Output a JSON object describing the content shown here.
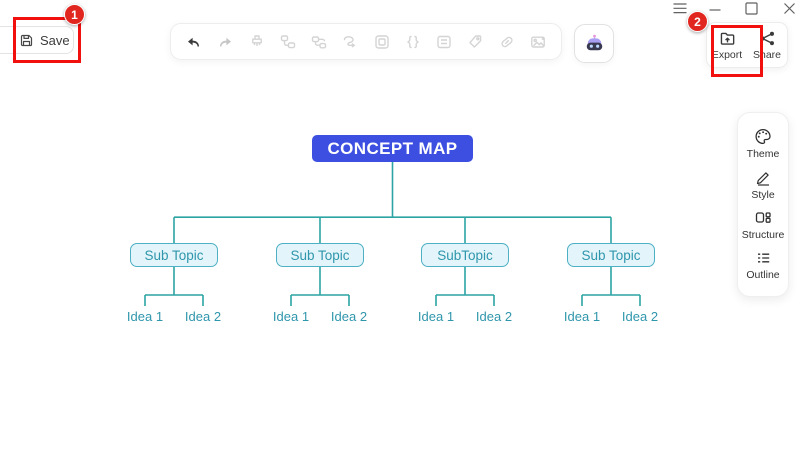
{
  "annotations": {
    "steps": [
      {
        "number": "1"
      },
      {
        "number": "2"
      }
    ]
  },
  "header": {
    "save_button": {
      "label": "Save",
      "icon": "floppy-disk-icon"
    },
    "toolbar": {
      "icons": [
        "undo",
        "redo",
        "format-brush",
        "insert-topic",
        "insert-subtopic",
        "relation-line",
        "border-frame",
        "summary-braces",
        "outline-box",
        "tag",
        "hyperlink",
        "insert-image"
      ]
    },
    "ai_button": {
      "icon": "robot-icon"
    },
    "window_controls": [
      "menu",
      "minimize",
      "maximize",
      "close"
    ],
    "export_button": {
      "label": "Export",
      "icon": "folder-up-icon"
    },
    "share_button": {
      "label": "Share",
      "icon": "share-nodes-icon"
    }
  },
  "sidebar": {
    "items": [
      {
        "label": "Theme",
        "icon": "palette-icon"
      },
      {
        "label": "Style",
        "icon": "pencil-icon"
      },
      {
        "label": "Structure",
        "icon": "layout-icon"
      },
      {
        "label": "Outline",
        "icon": "list-icon"
      }
    ]
  },
  "map": {
    "root": {
      "label": "CONCEPT MAP"
    },
    "subtopics": [
      {
        "label": "Sub Topic",
        "ideas": [
          "Idea 1",
          "Idea 2"
        ]
      },
      {
        "label": "Sub Topic",
        "ideas": [
          "Idea 1",
          "Idea 2"
        ]
      },
      {
        "label": "SubTopic",
        "ideas": [
          "Idea 1",
          "Idea 2"
        ]
      },
      {
        "label": "Sub Topic",
        "ideas": [
          "Idea 1",
          "Idea 2"
        ]
      }
    ]
  },
  "colors": {
    "root_node_bg": "#3d4fe1",
    "root_node_text": "#ffffff",
    "connector": "#2da4a4",
    "subnode_border": "#4db0c4",
    "subnode_bg": "#e3f5fa",
    "subnode_text": "#2f96ac",
    "highlight_red": "#f2100f",
    "badge_red": "#e1251f",
    "ai_purple": "#a89ef2"
  }
}
